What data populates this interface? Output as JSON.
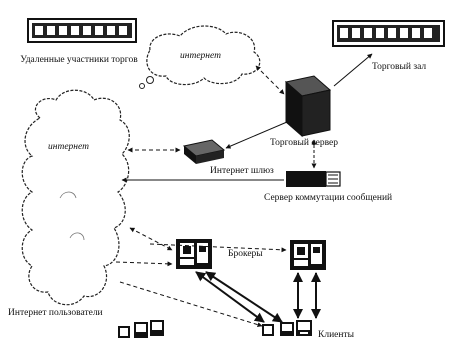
{
  "labels": {
    "remote_participants": "Удаленные участники торгов",
    "internet_top": "интернет",
    "trading_floor": "Торговый зал",
    "internet_left": "интернет",
    "trading_server": "Торговый сервер",
    "internet_gateway": "Интернет шлюз",
    "message_server": "Сервер коммутации сообщений",
    "brokers": "Брокеры",
    "internet_users": "Интернет пользователи",
    "clients": "Клиенты"
  }
}
